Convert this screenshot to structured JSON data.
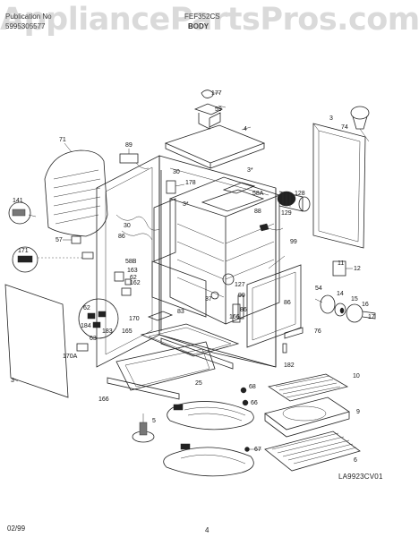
{
  "header": {
    "line1_left": "Publication No",
    "line2_left": "5995305577",
    "line1_mid": "FEF352CS",
    "line2_mid": "BODY"
  },
  "watermark": "AppliancePartsPros.com",
  "footer": {
    "date": "02/99",
    "page": "4"
  },
  "diagram_code": "LA9923CV01",
  "callouts": [
    {
      "id": "c177",
      "text": "177"
    },
    {
      "id": "c59",
      "text": "59"
    },
    {
      "id": "c4",
      "text": "4"
    },
    {
      "id": "c3a",
      "text": "3"
    },
    {
      "id": "c74",
      "text": "74"
    },
    {
      "id": "c71",
      "text": "71"
    },
    {
      "id": "c89",
      "text": "89"
    },
    {
      "id": "c30a",
      "text": "30"
    },
    {
      "id": "c178",
      "text": "178"
    },
    {
      "id": "c3s1",
      "text": "3*"
    },
    {
      "id": "c58a",
      "text": "58A"
    },
    {
      "id": "c128",
      "text": "128"
    },
    {
      "id": "c129",
      "text": "129"
    },
    {
      "id": "c88",
      "text": "88"
    },
    {
      "id": "c141",
      "text": "141"
    },
    {
      "id": "c3s2",
      "text": "3*"
    },
    {
      "id": "c30b",
      "text": "30"
    },
    {
      "id": "c86a",
      "text": "86"
    },
    {
      "id": "c57",
      "text": "57"
    },
    {
      "id": "c171",
      "text": "171"
    },
    {
      "id": "c99",
      "text": "99"
    },
    {
      "id": "c11",
      "text": "11"
    },
    {
      "id": "c12",
      "text": "12"
    },
    {
      "id": "c58b",
      "text": "58B"
    },
    {
      "id": "c163",
      "text": "163"
    },
    {
      "id": "c162",
      "text": "162"
    },
    {
      "id": "c62",
      "text": "62"
    },
    {
      "id": "c127",
      "text": "127"
    },
    {
      "id": "c37",
      "text": "37"
    },
    {
      "id": "c54",
      "text": "54"
    },
    {
      "id": "c14",
      "text": "14"
    },
    {
      "id": "c15",
      "text": "15"
    },
    {
      "id": "c16",
      "text": "16"
    },
    {
      "id": "c17",
      "text": "17"
    },
    {
      "id": "c86b",
      "text": "86"
    },
    {
      "id": "c99b",
      "text": "99"
    },
    {
      "id": "c86c",
      "text": "86"
    },
    {
      "id": "c83",
      "text": "83"
    },
    {
      "id": "c166a",
      "text": "166"
    },
    {
      "id": "c170",
      "text": "170"
    },
    {
      "id": "c76",
      "text": "76"
    },
    {
      "id": "c62b",
      "text": "62"
    },
    {
      "id": "c183",
      "text": "183"
    },
    {
      "id": "c184",
      "text": "184"
    },
    {
      "id": "c63",
      "text": "63"
    },
    {
      "id": "c165",
      "text": "165"
    },
    {
      "id": "c182",
      "text": "182"
    },
    {
      "id": "c170a",
      "text": "170A"
    },
    {
      "id": "c3b",
      "text": "3"
    },
    {
      "id": "c10",
      "text": "10"
    },
    {
      "id": "c25",
      "text": "25"
    },
    {
      "id": "c166b",
      "text": "166"
    },
    {
      "id": "c68",
      "text": "68"
    },
    {
      "id": "c66",
      "text": "66"
    },
    {
      "id": "c9",
      "text": "9"
    },
    {
      "id": "c5",
      "text": "5"
    },
    {
      "id": "c67",
      "text": "67"
    },
    {
      "id": "c6",
      "text": "6"
    }
  ]
}
